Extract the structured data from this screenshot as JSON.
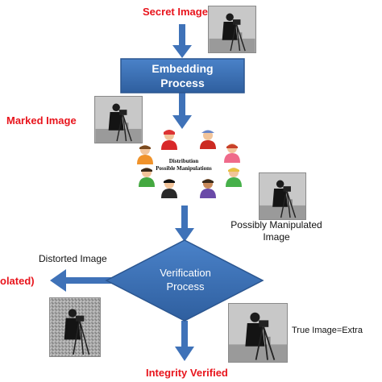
{
  "labels": {
    "secret_image": "Secret Image",
    "marked_image": "Marked Image",
    "distorted_image": "Distorted Image",
    "isolated_fragment": "olated)",
    "possibly_manipulated_line1": "Possibly Manipulated",
    "possibly_manipulated_line2": "Image",
    "true_image": "True Image=Extra",
    "integrity_verified": "Integrity Verified"
  },
  "processes": {
    "embedding_line1": "Embedding",
    "embedding_line2": "Process",
    "verification_line1": "Verification",
    "verification_line2": "Process"
  },
  "distribution": {
    "line1": "Distribution",
    "line2": "Possible Manipulations"
  },
  "colors": {
    "process_fill": "#3b6fb6",
    "process_stroke": "#2b5690",
    "arrow": "#3f72b8",
    "label_red": "#e8141c"
  }
}
